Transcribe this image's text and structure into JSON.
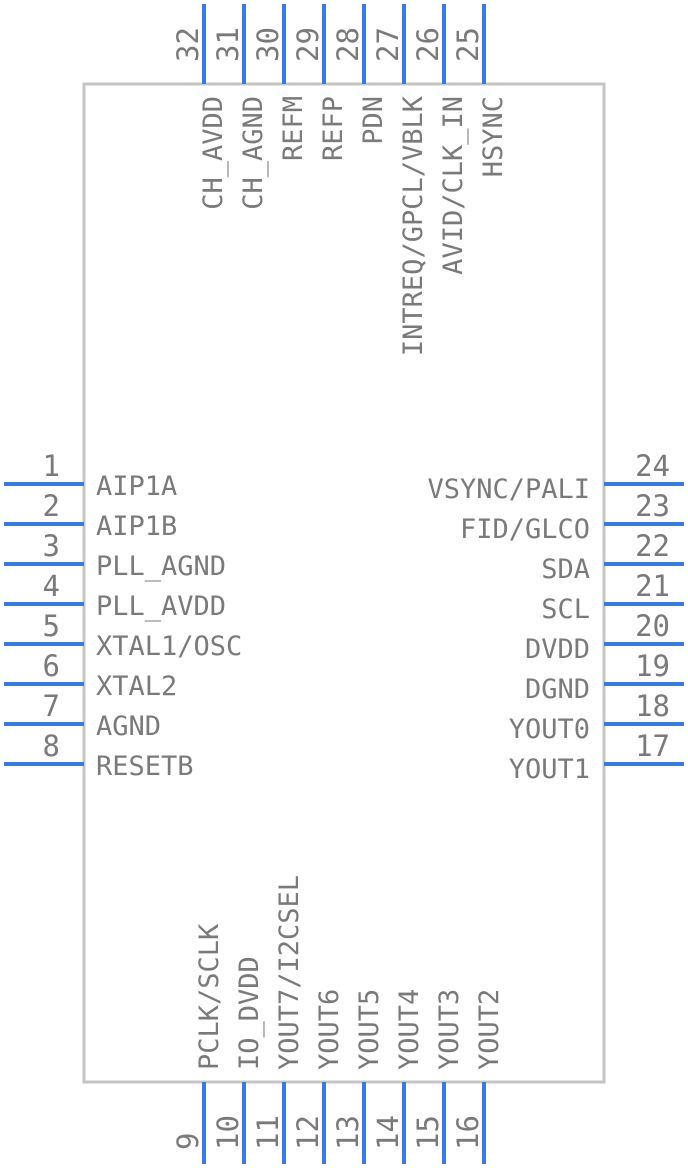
{
  "colors": {
    "pin": "#3b7bdc",
    "body_stroke": "#c4c4c4",
    "text": "#7a7a7a"
  },
  "pins": {
    "left": [
      {
        "num": "1",
        "name": "AIP1A"
      },
      {
        "num": "2",
        "name": "AIP1B"
      },
      {
        "num": "3",
        "name": "PLL_AGND"
      },
      {
        "num": "4",
        "name": "PLL_AVDD"
      },
      {
        "num": "5",
        "name": "XTAL1/OSC"
      },
      {
        "num": "6",
        "name": "XTAL2"
      },
      {
        "num": "7",
        "name": "AGND"
      },
      {
        "num": "8",
        "name": "RESETB"
      }
    ],
    "right": [
      {
        "num": "24",
        "name": "VSYNC/PALI"
      },
      {
        "num": "23",
        "name": "FID/GLCO"
      },
      {
        "num": "22",
        "name": "SDA"
      },
      {
        "num": "21",
        "name": "SCL"
      },
      {
        "num": "20",
        "name": "DVDD"
      },
      {
        "num": "19",
        "name": "DGND"
      },
      {
        "num": "18",
        "name": "YOUT0"
      },
      {
        "num": "17",
        "name": "YOUT1"
      }
    ],
    "bottom": [
      {
        "num": "9",
        "name": "PCLK/SCLK"
      },
      {
        "num": "10",
        "name": "IO_DVDD"
      },
      {
        "num": "11",
        "name": "YOUT7/I2CSEL"
      },
      {
        "num": "12",
        "name": "YOUT6"
      },
      {
        "num": "13",
        "name": "YOUT5"
      },
      {
        "num": "14",
        "name": "YOUT4"
      },
      {
        "num": "15",
        "name": "YOUT3"
      },
      {
        "num": "16",
        "name": "YOUT2"
      }
    ],
    "top": [
      {
        "num": "32",
        "name": "CH_AVDD"
      },
      {
        "num": "31",
        "name": "CH_AGND"
      },
      {
        "num": "30",
        "name": "REFM"
      },
      {
        "num": "29",
        "name": "REFP"
      },
      {
        "num": "28",
        "name": "PDN"
      },
      {
        "num": "27",
        "name": "INTREQ/GPCL/VBLK"
      },
      {
        "num": "26",
        "name": "AVID/CLK_IN"
      },
      {
        "num": "25",
        "name": "HSYNC"
      }
    ]
  }
}
